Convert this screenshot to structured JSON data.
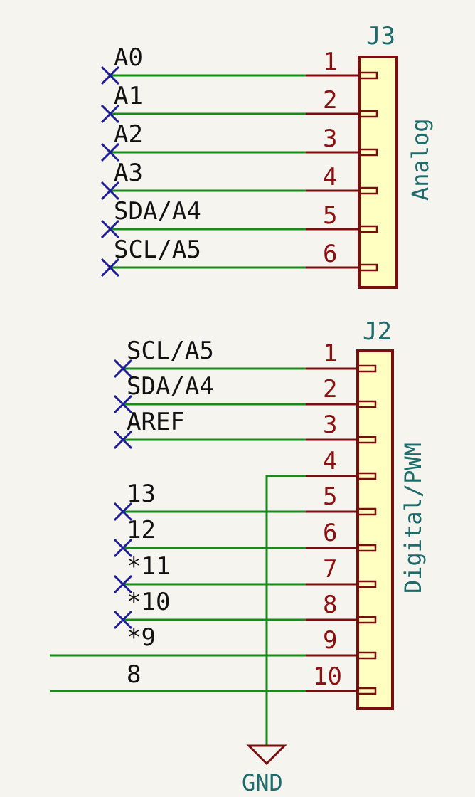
{
  "colors": {
    "background": "#f5f4ef",
    "wire": "#178a17",
    "pin": "#7a0d0d",
    "pin_number": "#8b1010",
    "body_fill": "#ffffc2",
    "body_border": "#7a0d0d",
    "no_connect": "#1d1d9a",
    "label": "#111111",
    "ref_text": "#1d6b6b"
  },
  "connectors": {
    "j3": {
      "ref": "J3",
      "value": "Analog",
      "pins": [
        {
          "number": "1",
          "label": "A0",
          "no_connect": true
        },
        {
          "number": "2",
          "label": "A1",
          "no_connect": true
        },
        {
          "number": "3",
          "label": "A2",
          "no_connect": true
        },
        {
          "number": "4",
          "label": "A3",
          "no_connect": true
        },
        {
          "number": "5",
          "label": "SDA/A4",
          "no_connect": true
        },
        {
          "number": "6",
          "label": "SCL/A5",
          "no_connect": true
        }
      ]
    },
    "j2": {
      "ref": "J2",
      "value": "Digital/PWM",
      "pins": [
        {
          "number": "1",
          "label": "SCL/A5",
          "no_connect": true
        },
        {
          "number": "2",
          "label": "SDA/A4",
          "no_connect": true
        },
        {
          "number": "3",
          "label": "AREF",
          "no_connect": true
        },
        {
          "number": "4",
          "label": "",
          "no_connect": false
        },
        {
          "number": "5",
          "label": "13",
          "no_connect": true
        },
        {
          "number": "6",
          "label": "12",
          "no_connect": true
        },
        {
          "number": "7",
          "label": "*11",
          "no_connect": true
        },
        {
          "number": "8",
          "label": "*10",
          "no_connect": true
        },
        {
          "number": "9",
          "label": "*9",
          "no_connect": false
        },
        {
          "number": "10",
          "label": "8",
          "no_connect": false
        }
      ]
    }
  },
  "power": {
    "gnd_label": "GND"
  }
}
